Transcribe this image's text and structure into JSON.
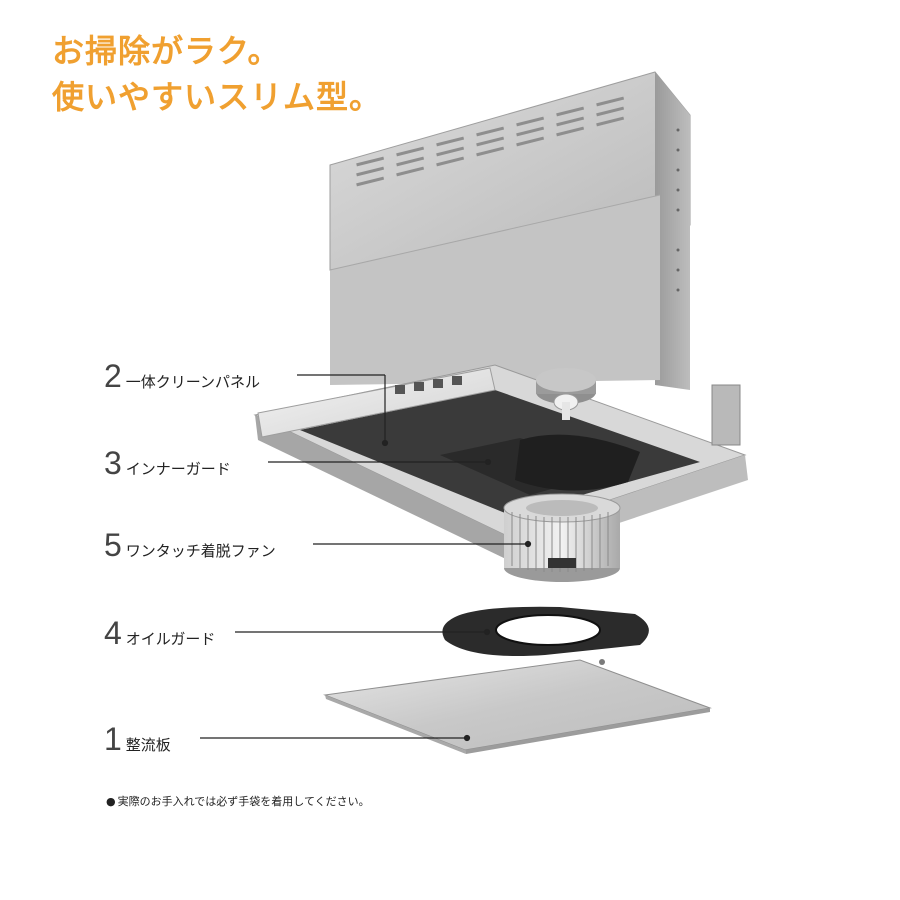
{
  "headline": {
    "line1": "お掃除がラク。",
    "line2": "使いやすいスリム型。"
  },
  "callouts": [
    {
      "number": "2",
      "label": "一体クリーンパネル"
    },
    {
      "number": "3",
      "label": "インナーガード"
    },
    {
      "number": "5",
      "label": "ワンタッチ着脱ファン"
    },
    {
      "number": "4",
      "label": "オイルガード"
    },
    {
      "number": "1",
      "label": "整流板"
    }
  ],
  "note": {
    "bullet": "●",
    "text": "実際のお手入れでは必ず手袋を着用してください。"
  },
  "colors": {
    "headline": "#f0a030",
    "hood_steel": "#c9c9c9",
    "oil_guard": "#2b2b2b",
    "leader_line": "#222222"
  }
}
